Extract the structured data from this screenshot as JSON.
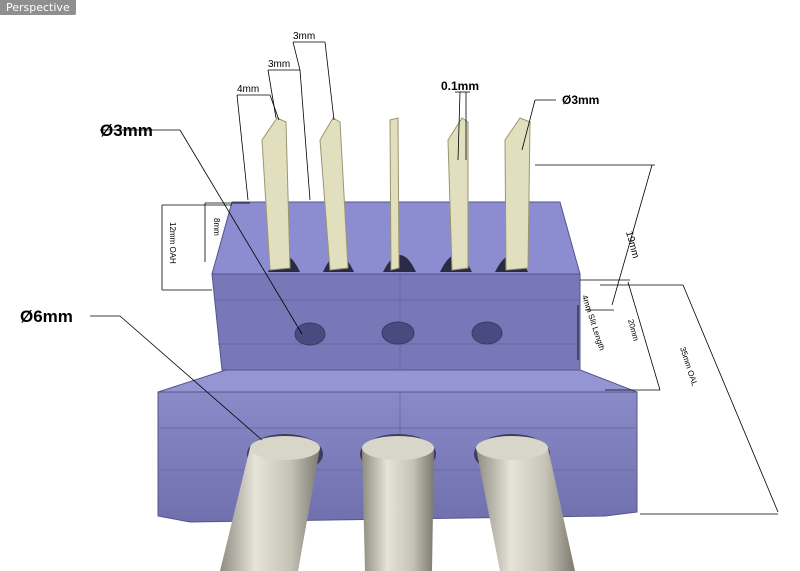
{
  "viewport": {
    "label": "Perspective"
  },
  "annotations": {
    "hole_small_left": "Ø3mm",
    "hole_large": "Ø6mm",
    "blade_thickness": "0.1mm",
    "blade_diameter_right": "Ø3mm",
    "spacing_4mm": "4mm",
    "spacing_3mm_a": "3mm",
    "spacing_3mm_b": "3mm",
    "height_8mm": "8mm",
    "height_12mm": "12mm OAH",
    "height_19mm": "19mm",
    "height_20mm": "20mm",
    "overall_35mm": "35mm OAL",
    "slit_length": "4mm Slit Length"
  },
  "colors": {
    "block_top": "#8f8fd2",
    "block_front": "#7a7abb",
    "block_dark": "#5c5c9a",
    "blade": "#e2dfbf",
    "blade_edge": "#c9c59a",
    "rod": "#c8c6b8"
  }
}
